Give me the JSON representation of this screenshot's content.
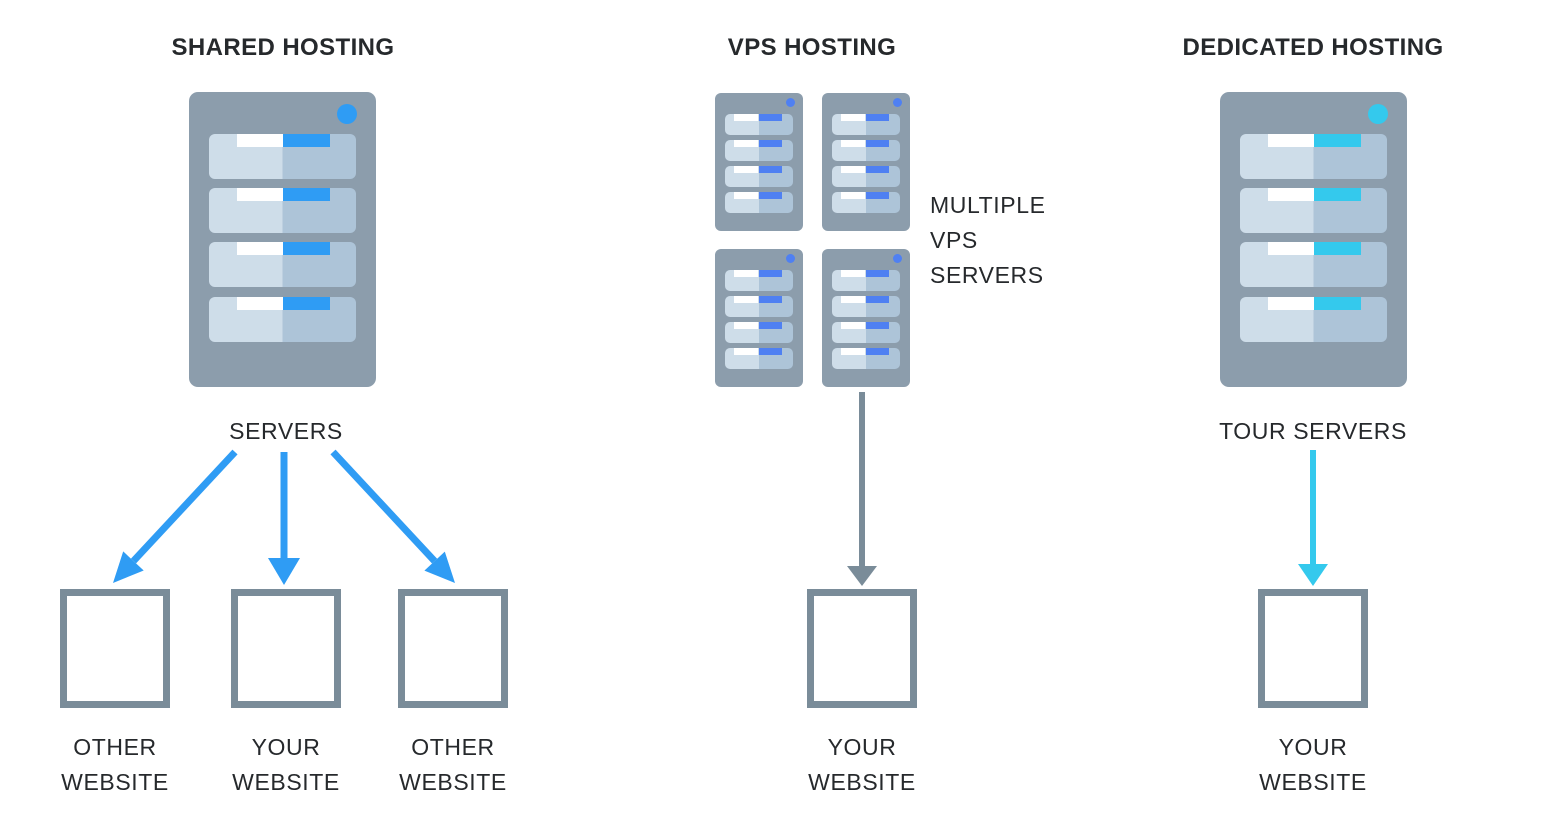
{
  "diagram": {
    "shared": {
      "title": "SHARED HOSTING",
      "servers_label": "SERVERS",
      "websites": [
        {
          "line1": "OTHER",
          "line2": "WEBSITE"
        },
        {
          "line1": "YOUR",
          "line2": "WEBSITE"
        },
        {
          "line1": "OTHER",
          "line2": "WEBSITE"
        }
      ]
    },
    "vps": {
      "title": "VPS HOSTING",
      "annotation_lines": [
        "MULTIPLE",
        "VPS",
        "SERVERS"
      ],
      "website": {
        "line1": "YOUR",
        "line2": "WEBSITE"
      }
    },
    "dedicated": {
      "title": "DEDICATED HOSTING",
      "servers_label": "TOUR SERVERS",
      "website": {
        "line1": "YOUR",
        "line2": "WEBSITE"
      }
    }
  },
  "colors": {
    "server_body": "#8c9dac",
    "slot_light": "#cedde9",
    "slot_shadow": "#adc4d8",
    "bar_white": "#ffffff",
    "shared_accent": "#2f9cf4",
    "vps_accent": "#4f80f2",
    "dedicated_accent": "#34c9ed",
    "neutral_gray": "#7a8c99",
    "text": "#26292c",
    "background": "#ffffff"
  },
  "icons": {
    "server_rack_icon": "css-rounded-rect-with-drive-slots",
    "status_led_icon": "css-circle",
    "website_box_icon": "css-outlined-square",
    "down_arrow_icon": "svg-line-with-triangle-head"
  }
}
